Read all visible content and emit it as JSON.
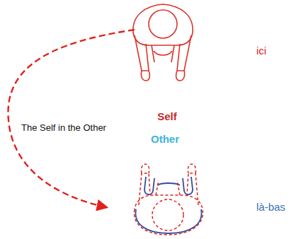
{
  "diagram": {
    "labels": [
      "ici",
      "The Self in the Other",
      "Self",
      "Other",
      "là-bas"
    ]
  }
}
